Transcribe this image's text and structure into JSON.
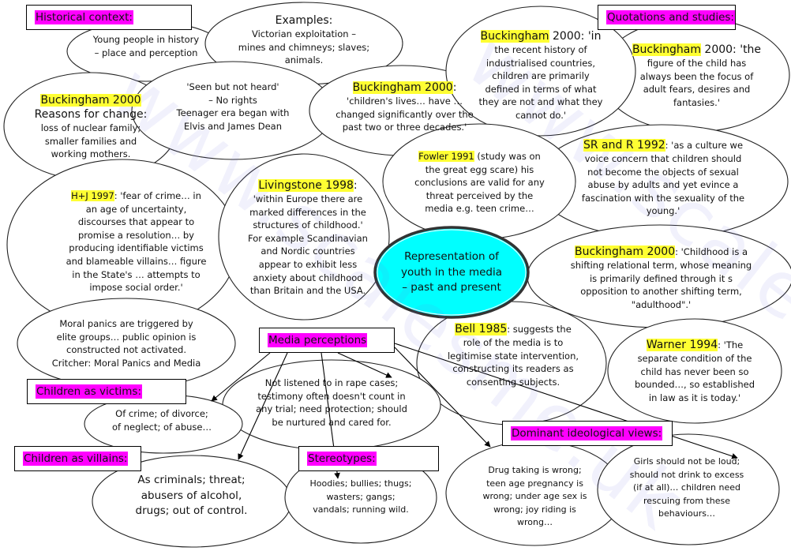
{
  "headings": {
    "historical_context": "Historical context:",
    "quotations_and_studies": "Quotations and studies:",
    "media_perceptions": "Media perceptions",
    "children_as_victims": "Children as victims:",
    "children_as_villains": "Children as villains:",
    "stereotypes": "Stereotypes:",
    "dominant_ideological_views": "Dominant ideological views:"
  },
  "central_node": {
    "lines": [
      "Representation of",
      "youth in the media",
      "– past and present"
    ],
    "fill": "#00ffff"
  },
  "colors": {
    "heading_highlight": "#ff00ff",
    "citation_highlight": "#ffff33",
    "central_fill": "#00ffff"
  },
  "bubbles": {
    "young_people": {
      "lines": [
        "Young people in history",
        "– place and perception"
      ]
    },
    "examples": {
      "title": "Examples:",
      "lines": [
        "Victorian exploitation –",
        "mines and chimneys; slaves;",
        "animals."
      ]
    },
    "seen_not_heard": {
      "lines": [
        "'Seen but not heard'",
        "– No rights",
        "Teenager era began with",
        "Elvis and James Dean"
      ]
    },
    "buckingham_reasons": {
      "citation": "Buckingham 2000",
      "subtitle": "Reasons for change:",
      "lines": [
        "loss of nuclear family;",
        "smaller families and",
        "working mothers."
      ]
    },
    "buckingham_lives": {
      "citation": "Buckingham 2000",
      "suffix": ":",
      "lines": [
        "'children's lives… have …",
        "changed significantly over the",
        "past two or three decades.'"
      ]
    },
    "buckingham_recent": {
      "citation": "Buckingham",
      "first_rest": " 2000: 'in",
      "lines": [
        "the recent history of",
        "industrialised countries,",
        "children are primarily",
        "defined in terms of what",
        "they are not and what they",
        "cannot do.'"
      ]
    },
    "buckingham_figure": {
      "citation": "Buckingham",
      "first_rest": " 2000: 'the",
      "lines": [
        "figure of the child has",
        "always been the focus of",
        "adult fears, desires and",
        "fantasies.'"
      ]
    },
    "fowler": {
      "citation": "Fowler 1991",
      "first_rest": " (study was on",
      "lines": [
        "the great egg scare) his",
        "conclusions are valid for any",
        "threat perceived by the",
        "media e.g. teen crime…"
      ]
    },
    "sr_and_r": {
      "citation": "SR and R 1992",
      "first_rest": ": 'as a culture we",
      "lines": [
        "voice concern that children should",
        "not become the objects of sexual",
        "abuse by adults and yet evince a",
        "fascination with the sexuality of the",
        "young.'"
      ]
    },
    "hj": {
      "citation": "H+J 1997",
      "first_rest": ": 'fear of crime… in",
      "lines": [
        "an age of uncertainty,",
        "discourses that appear to",
        "promise a resolution… by",
        "producing identifiable victims",
        "and blameable villains… figure",
        "in the State's … attempts to",
        "impose social order.'"
      ]
    },
    "livingstone": {
      "citation": "Livingstone 1998",
      "suffix": ":",
      "lines": [
        "'within Europe there are",
        "marked differences in the",
        "structures of childhood.'",
        "For example Scandinavian",
        "and Nordic countries",
        "appear to exhibit less",
        "anxiety about childhood",
        "than Britain and the USA."
      ]
    },
    "buckingham_shifting": {
      "citation": "Buckingham 2000",
      "first_rest": ": 'Childhood is a",
      "lines": [
        "shifting relational term, whose meaning",
        "is primarily defined through it s",
        "opposition to another shifting term,",
        "\"adulthood\".'"
      ]
    },
    "moral_panics": {
      "lines": [
        "Moral panics are triggered by",
        "elite groups… public opinion is",
        "constructed not activated.",
        "Critcher: Moral Panics and Media"
      ]
    },
    "bell": {
      "citation": "Bell 1985",
      "first_rest": ": suggests the",
      "lines": [
        "role of the media is to",
        "legitimise state intervention,",
        "constructing its readers as",
        "consenting subjects."
      ]
    },
    "warner": {
      "citation": "Warner 1994",
      "first_rest": ": 'The",
      "lines": [
        "separate condition of the",
        "child has never been so",
        "bounded…, so established",
        "in law as it is today.'"
      ]
    },
    "not_listened": {
      "lines": [
        "Not listened to in rape cases;",
        "testimony often doesn't count in",
        "any trial; need protection; should",
        "be nurtured and cared for."
      ]
    },
    "victims": {
      "lines": [
        "Of crime; of divorce;",
        "of neglect; of abuse…"
      ]
    },
    "villains": {
      "lines": [
        "As criminals; threat;",
        "abusers of alcohol,",
        "drugs; out of control."
      ]
    },
    "stereotypes": {
      "lines": [
        "Hoodies; bullies; thugs;",
        "wasters; gangs;",
        "vandals; running wild."
      ]
    },
    "drug_taking": {
      "lines": [
        "Drug taking is wrong;",
        "teen age pregnancy is",
        "wrong; under age sex is",
        "wrong; joy riding is",
        "wrong…"
      ]
    },
    "girls": {
      "lines": [
        "Girls should not be loud;",
        "should not drink to excess",
        "(if at all)… children need",
        "rescuing from these",
        "behaviours…"
      ]
    }
  },
  "watermark": "www.scalesme.uk"
}
